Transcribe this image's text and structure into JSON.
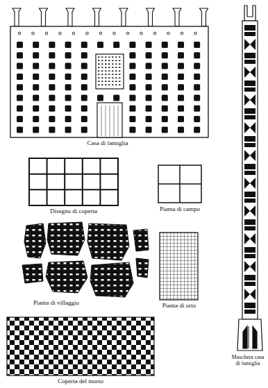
{
  "diagram": {
    "labels": [
      "Casa di famiglia",
      "Disegno di coperta",
      "Pianta di campo",
      "Pianta di villaggio",
      "Pianta di orto",
      "Coperta del morto",
      "Maschera casa di famiglia"
    ]
  }
}
